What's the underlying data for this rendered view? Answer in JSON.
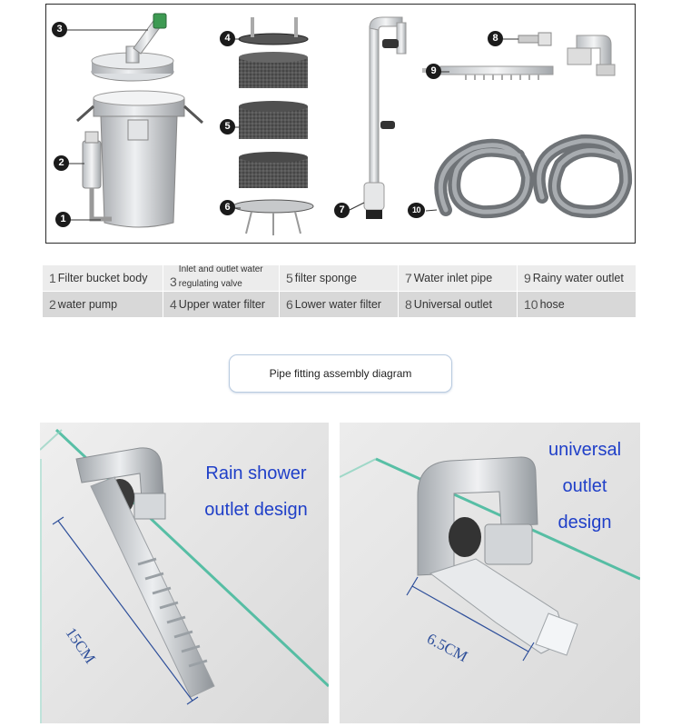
{
  "diagram": {
    "callouts": [
      "1",
      "2",
      "3",
      "4",
      "5",
      "6",
      "7",
      "8",
      "9",
      "10"
    ]
  },
  "legend": {
    "row1": [
      {
        "num": "1",
        "label": "Filter bucket body"
      },
      {
        "num": "3",
        "label": "Inlet and outlet water regulating valve"
      },
      {
        "num": "5",
        "label": "filter sponge"
      },
      {
        "num": "7",
        "label": "Water inlet pipe"
      },
      {
        "num": "9",
        "label": "Rainy water outlet"
      }
    ],
    "row2": [
      {
        "num": "2",
        "label": "water pump"
      },
      {
        "num": "4",
        "label": "Upper water filter"
      },
      {
        "num": "6",
        "label": "Lower water filter"
      },
      {
        "num": "8",
        "label": "Universal outlet"
      },
      {
        "num": "10",
        "label": "hose"
      }
    ]
  },
  "caption": "Pipe fitting assembly diagram",
  "photos": {
    "left": {
      "title_line1": "Rain shower",
      "title_line2": "outlet design",
      "dimension": "15CM"
    },
    "right": {
      "title_line1": "universal",
      "title_line2": "outlet",
      "title_line3": "design",
      "dimension": "6.5CM"
    }
  },
  "colors": {
    "title_blue": "#1f3fc8",
    "dimension_blue": "#2e4f9a",
    "glass_green": "#3fb89a"
  }
}
